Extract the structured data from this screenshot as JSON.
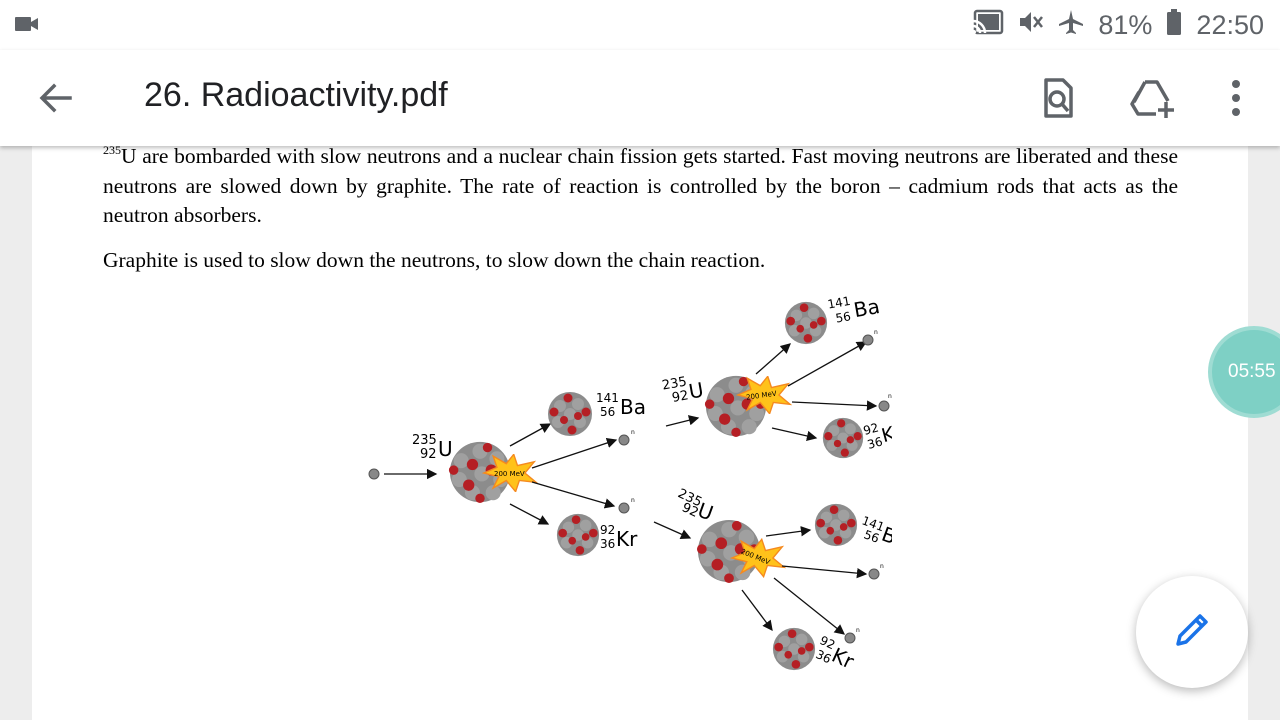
{
  "status_bar": {
    "battery": "81%",
    "time": "22:50",
    "icons": [
      "video-camera-icon",
      "cast-icon",
      "vibrate-silent-icon",
      "airplane-mode-icon",
      "battery-icon"
    ]
  },
  "app_bar": {
    "title": "26. Radioactivity.pdf",
    "icons": [
      "back-arrow-icon",
      "search-document-icon",
      "add-to-drive-icon",
      "more-vert-icon"
    ]
  },
  "document": {
    "paragraph1": {
      "sup": "235",
      "text": "U are bombarded with slow neutrons and a nuclear chain fission gets started. Fast moving neutrons are liberated and these neutrons are slowed down by graphite. The rate of reaction is controlled by the boron – cadmium rods that acts as the neutron absorbers."
    },
    "paragraph2": "Graphite is used to slow down the neutrons, to slow down the chain reaction."
  },
  "diagram": {
    "energy_label": "200 MeV",
    "neutron_label": "n",
    "uranium": {
      "mass": "235",
      "atomic": "92",
      "symbol": "U"
    },
    "barium": {
      "mass": "141",
      "atomic": "56",
      "symbol": "Ba"
    },
    "krypton": {
      "mass": "92",
      "atomic": "36",
      "symbol": "Kr"
    },
    "colors": {
      "nucleon_gray": "#8c8c8c",
      "nucleon_red": "#b51f24",
      "burst_yellow": "#ffc21a",
      "burst_orange": "#f58a1f"
    }
  },
  "overlay": {
    "timer": "05:55",
    "fab_icon": "edit-pencil-icon",
    "fab_color": "#1a73e8"
  }
}
